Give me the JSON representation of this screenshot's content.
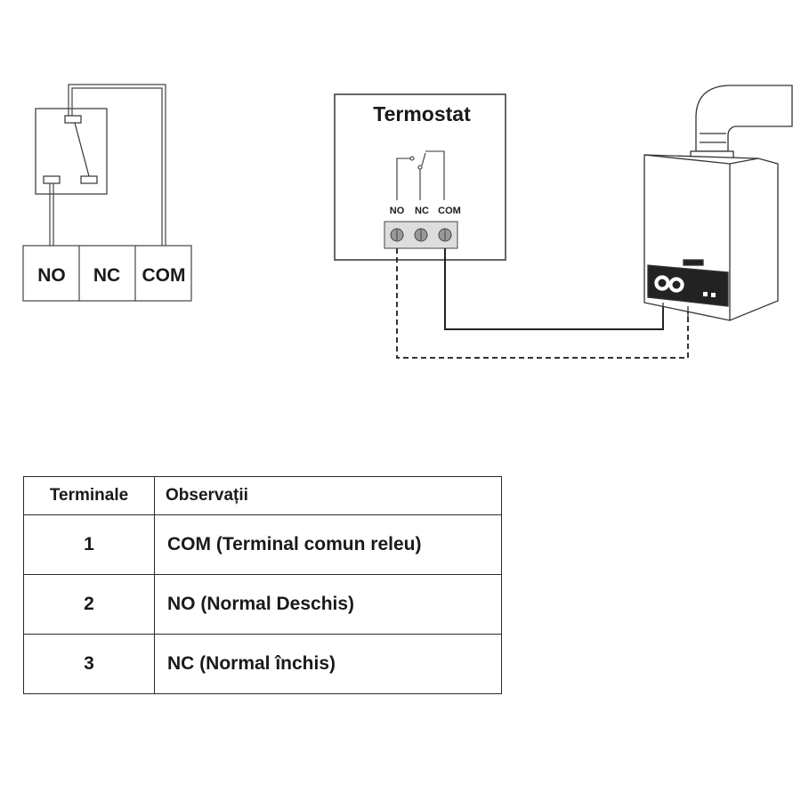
{
  "relay": {
    "labels": [
      "NO",
      "NC",
      "COM"
    ]
  },
  "thermostat": {
    "title": "Termostat",
    "labels": [
      "NO",
      "NC",
      "COM"
    ]
  },
  "table": {
    "headers": [
      "Terminale",
      "Observații"
    ],
    "rows": [
      {
        "terminal": "1",
        "note": "COM (Terminal comun releu)"
      },
      {
        "terminal": "2",
        "note": "NO (Normal Deschis)"
      },
      {
        "terminal": "3",
        "note": "NC (Normal închis)"
      }
    ]
  }
}
